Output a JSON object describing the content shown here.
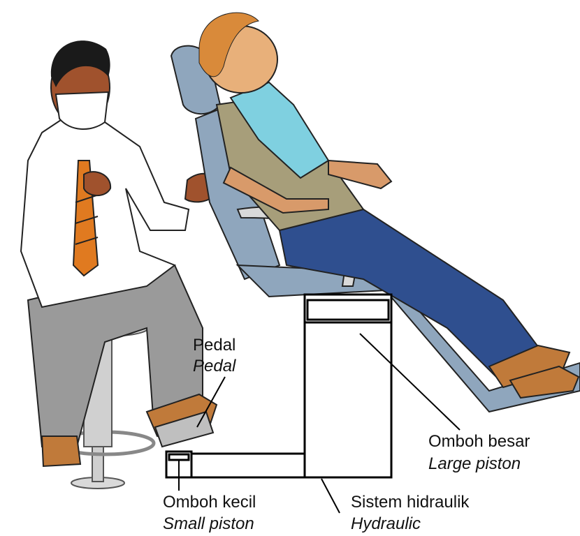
{
  "labels": {
    "pedal": {
      "ms": "Pedal",
      "en": "Pedal"
    },
    "large_piston": {
      "ms": "Omboh besar",
      "en": "Large piston"
    },
    "small_piston": {
      "ms": "Omboh kecil",
      "en": "Small piston"
    },
    "hydraulic_system": {
      "ms": "Sistem hidraulik",
      "en": "Hydraulic"
    }
  },
  "colors": {
    "line": "#000000",
    "skin": "#a0522d",
    "coat": "#ffffff",
    "trousers_grey": "#9a9a9a",
    "chair_blue": "#8fa6bd",
    "jeans": "#2f4f8f",
    "bib": "#7fd0e0",
    "shirt": "#a79e7a",
    "hair": "#d98a3a",
    "shoe": "#c07a3a",
    "tie": "#e07a20"
  }
}
